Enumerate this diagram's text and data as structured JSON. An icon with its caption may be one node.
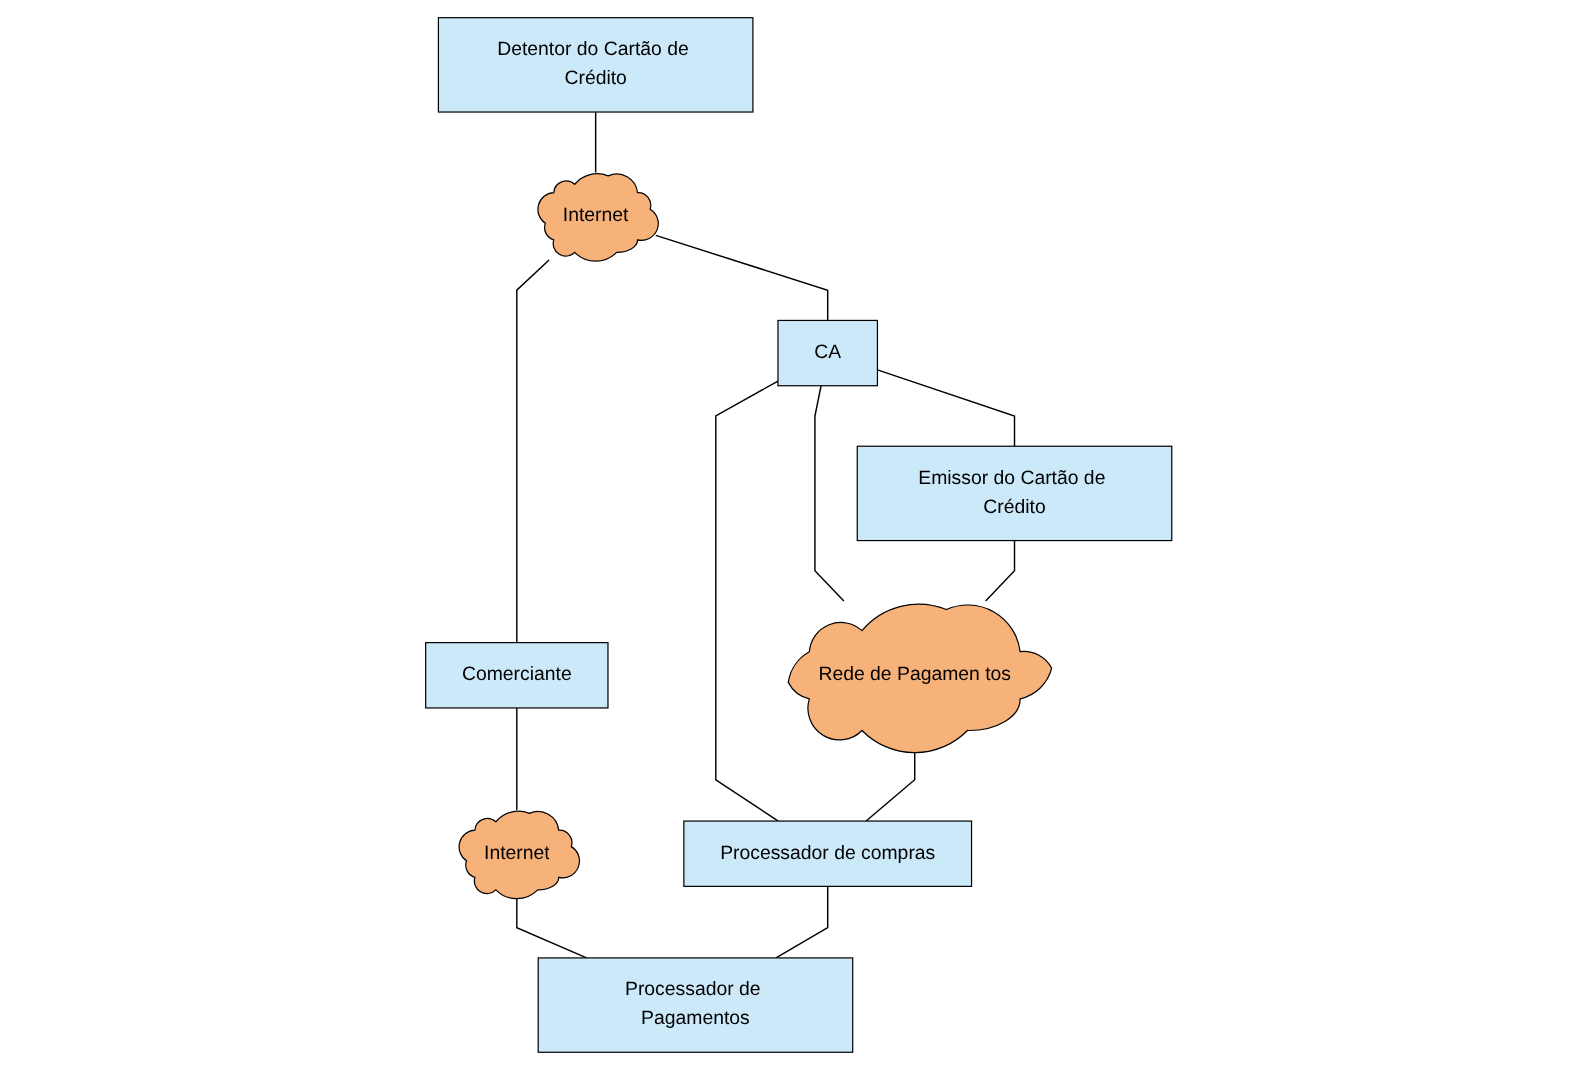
{
  "diagram": {
    "nodes": [
      {
        "text": [
          "Detentor do Cartão de Crédito"
        ]
      },
      {
        "text": [
          "Internet"
        ]
      },
      {
        "text": [
          "Comerciante"
        ]
      },
      {
        "text": [
          "Internet"
        ]
      },
      {
        "text": [
          "CA"
        ]
      },
      {
        "text": [
          "Emissor do Cartão de Crédito"
        ]
      },
      {
        "text": [
          "Processador de Pagamentos"
        ]
      },
      {
        "text": [
          "Rede de Pagamen tos"
        ]
      },
      {
        "text": [
          "Processador de compras"
        ]
      }
    ],
    "edges": [
      {
        "from": 0,
        "to": 1,
        "arrow": "none"
      },
      {
        "from": 1,
        "to": 2,
        "arrow": "none"
      },
      {
        "from": 2,
        "to": 3,
        "arrow": "none"
      },
      {
        "from": 3,
        "to": 6,
        "arrow": "none"
      },
      {
        "from": 1,
        "to": 4,
        "arrow": "none"
      },
      {
        "from": 4,
        "to": 5,
        "arrow": "none"
      },
      {
        "from": 4,
        "to": 7,
        "arrow": "none"
      },
      {
        "from": 4,
        "to": 8,
        "arrow": "none"
      },
      {
        "from": 5,
        "to": 7,
        "arrow": "none"
      },
      {
        "from": 7,
        "to": 8,
        "arrow": "none"
      },
      {
        "from": 8,
        "to": 6,
        "arrow": "none"
      }
    ]
  }
}
